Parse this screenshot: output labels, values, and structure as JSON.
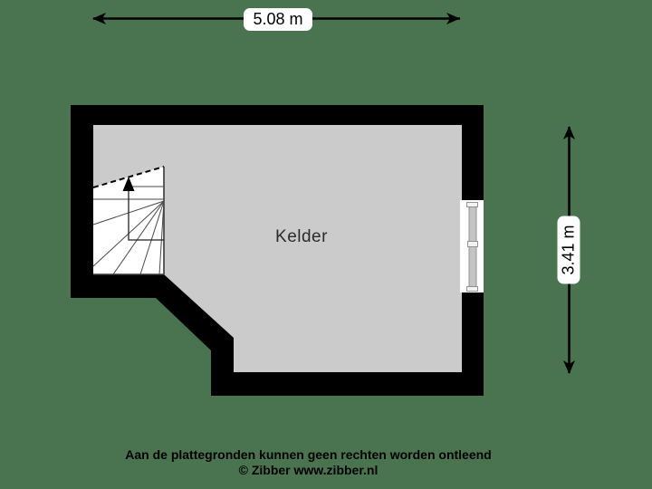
{
  "floorplan": {
    "room_label": "Kelder",
    "dimensions": {
      "width": "5.08 m",
      "height": "3.41 m"
    },
    "footer": {
      "disclaimer": "Aan de plattegronden kunnen geen rechten worden ontleend",
      "copyright": "© Zibber www.zibber.nl"
    },
    "icons": {
      "stair_direction": "up-arrow",
      "dimension_arrows": "double-headed-arrow"
    },
    "colors": {
      "background": "#4a744f",
      "wall": "#000000",
      "floor": "#cbcbcb",
      "stair": "#ffffff",
      "stair_lines": "#4a4a4a",
      "window_frame": "#8a8a8a",
      "dimension_label_bg": "#ffffff",
      "text": "#000000"
    }
  }
}
